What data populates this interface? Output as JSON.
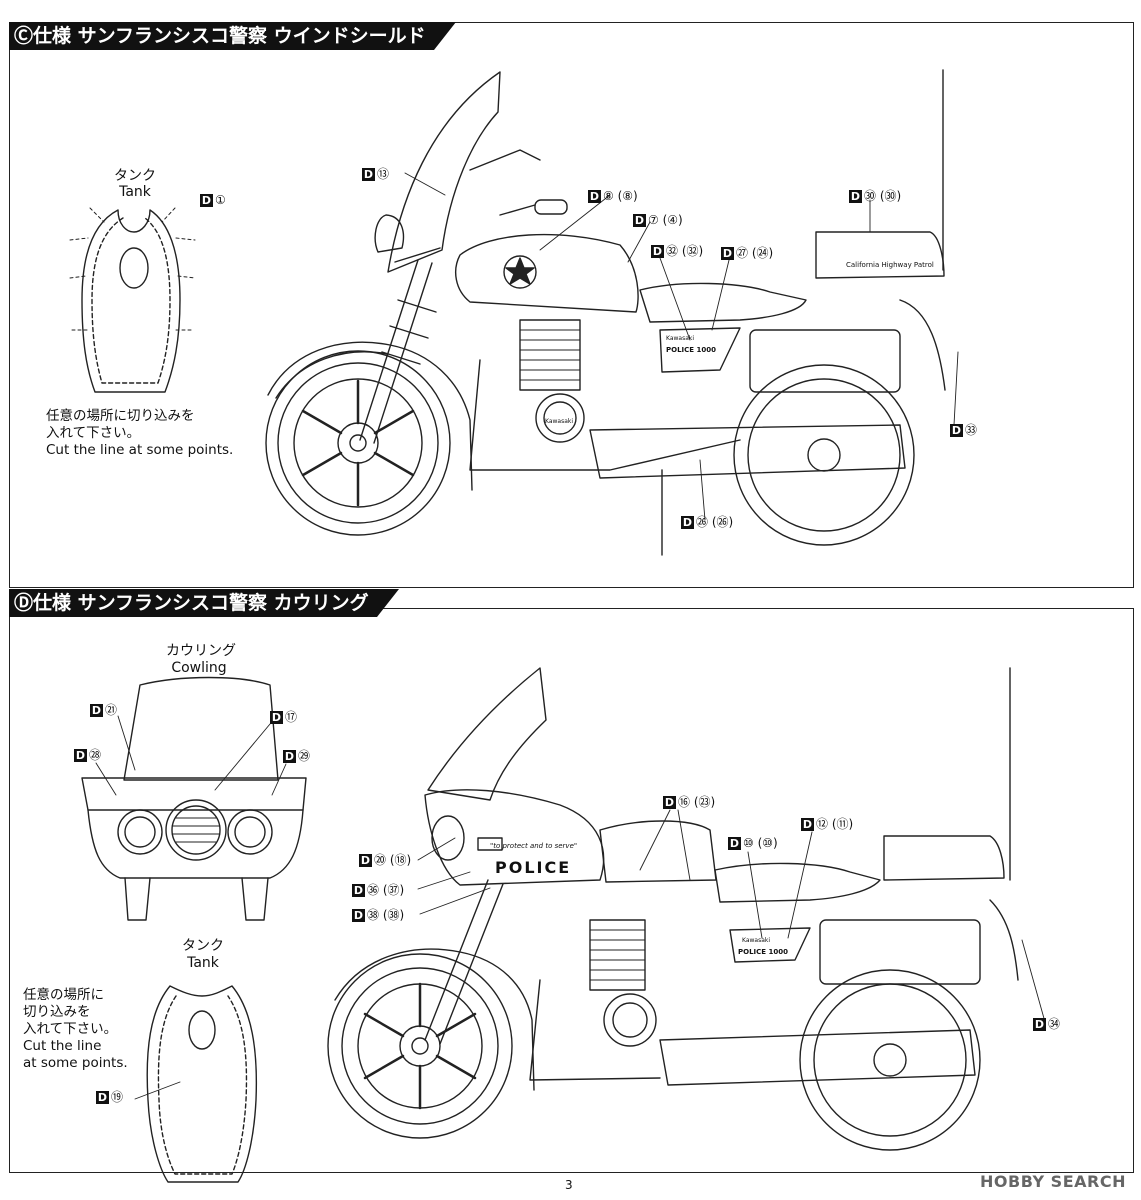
{
  "sections": [
    {
      "id": "c",
      "header": "Ⓒ仕様 サンフランシスコ警察 ウインドシールド",
      "tank_caption_jp": "タンク",
      "tank_caption_en": "Tank",
      "note_jp_1": "任意の場所に切り込みを",
      "note_jp_2": "入れて下さい。",
      "note_en": "Cut the line at some points.",
      "decal_texts": [
        "California Highway Patrol",
        "Kawasaki",
        "POLICE 1000",
        "Kawasaki"
      ],
      "labels": [
        {
          "key": "tank",
          "d": "D",
          "text": "①"
        },
        {
          "key": "shield",
          "d": "D",
          "text": "⑬"
        },
        {
          "key": "emblem",
          "d": "D",
          "text": "⑧ (⑧)"
        },
        {
          "key": "tankline",
          "d": "D",
          "text": "⑦ (④)"
        },
        {
          "key": "panel",
          "d": "D",
          "text": "㉜ (㉜)"
        },
        {
          "key": "seat",
          "d": "D",
          "text": "㉗ (㉔)"
        },
        {
          "key": "topbox",
          "d": "D",
          "text": "㉚ (㉚)"
        },
        {
          "key": "rear",
          "d": "D",
          "text": "㉝"
        },
        {
          "key": "lower",
          "d": "D",
          "text": "㉖ (㉖)"
        }
      ]
    },
    {
      "id": "d",
      "header": "Ⓓ仕様 サンフランシスコ警察 カウリング",
      "cowl_caption_jp": "カウリング",
      "cowl_caption_en": "Cowling",
      "tank_caption_jp": "タンク",
      "tank_caption_en": "Tank",
      "note_jp_1": "任意の場所に",
      "note_jp_2": "切り込みを",
      "note_jp_3": "入れて下さい。",
      "note_en_1": "Cut the line",
      "note_en_2": "at some points.",
      "decal_texts": [
        "\"to protect and to serve\"",
        "POLICE",
        "Kawasaki",
        "POLICE 1000"
      ],
      "labels": [
        {
          "key": "c21",
          "d": "D",
          "text": "㉑"
        },
        {
          "key": "c17",
          "d": "D",
          "text": "⑰"
        },
        {
          "key": "c28",
          "d": "D",
          "text": "㉘"
        },
        {
          "key": "c29",
          "d": "D",
          "text": "㉙"
        },
        {
          "key": "t19",
          "d": "D",
          "text": "⑲"
        },
        {
          "key": "b16",
          "d": "D",
          "text": "⑯ (㉓)"
        },
        {
          "key": "b10",
          "d": "D",
          "text": "⑩ (⑩)"
        },
        {
          "key": "b12",
          "d": "D",
          "text": "⑫ (⑪)"
        },
        {
          "key": "b20",
          "d": "D",
          "text": "⑳ (⑱)"
        },
        {
          "key": "b36",
          "d": "D",
          "text": "㊱ (㊲)"
        },
        {
          "key": "b38",
          "d": "D",
          "text": "㊳ (㊳)"
        },
        {
          "key": "b34",
          "d": "D",
          "text": "㉞"
        }
      ]
    }
  ],
  "page_number": "3",
  "watermark": "HOBBY SEARCH"
}
